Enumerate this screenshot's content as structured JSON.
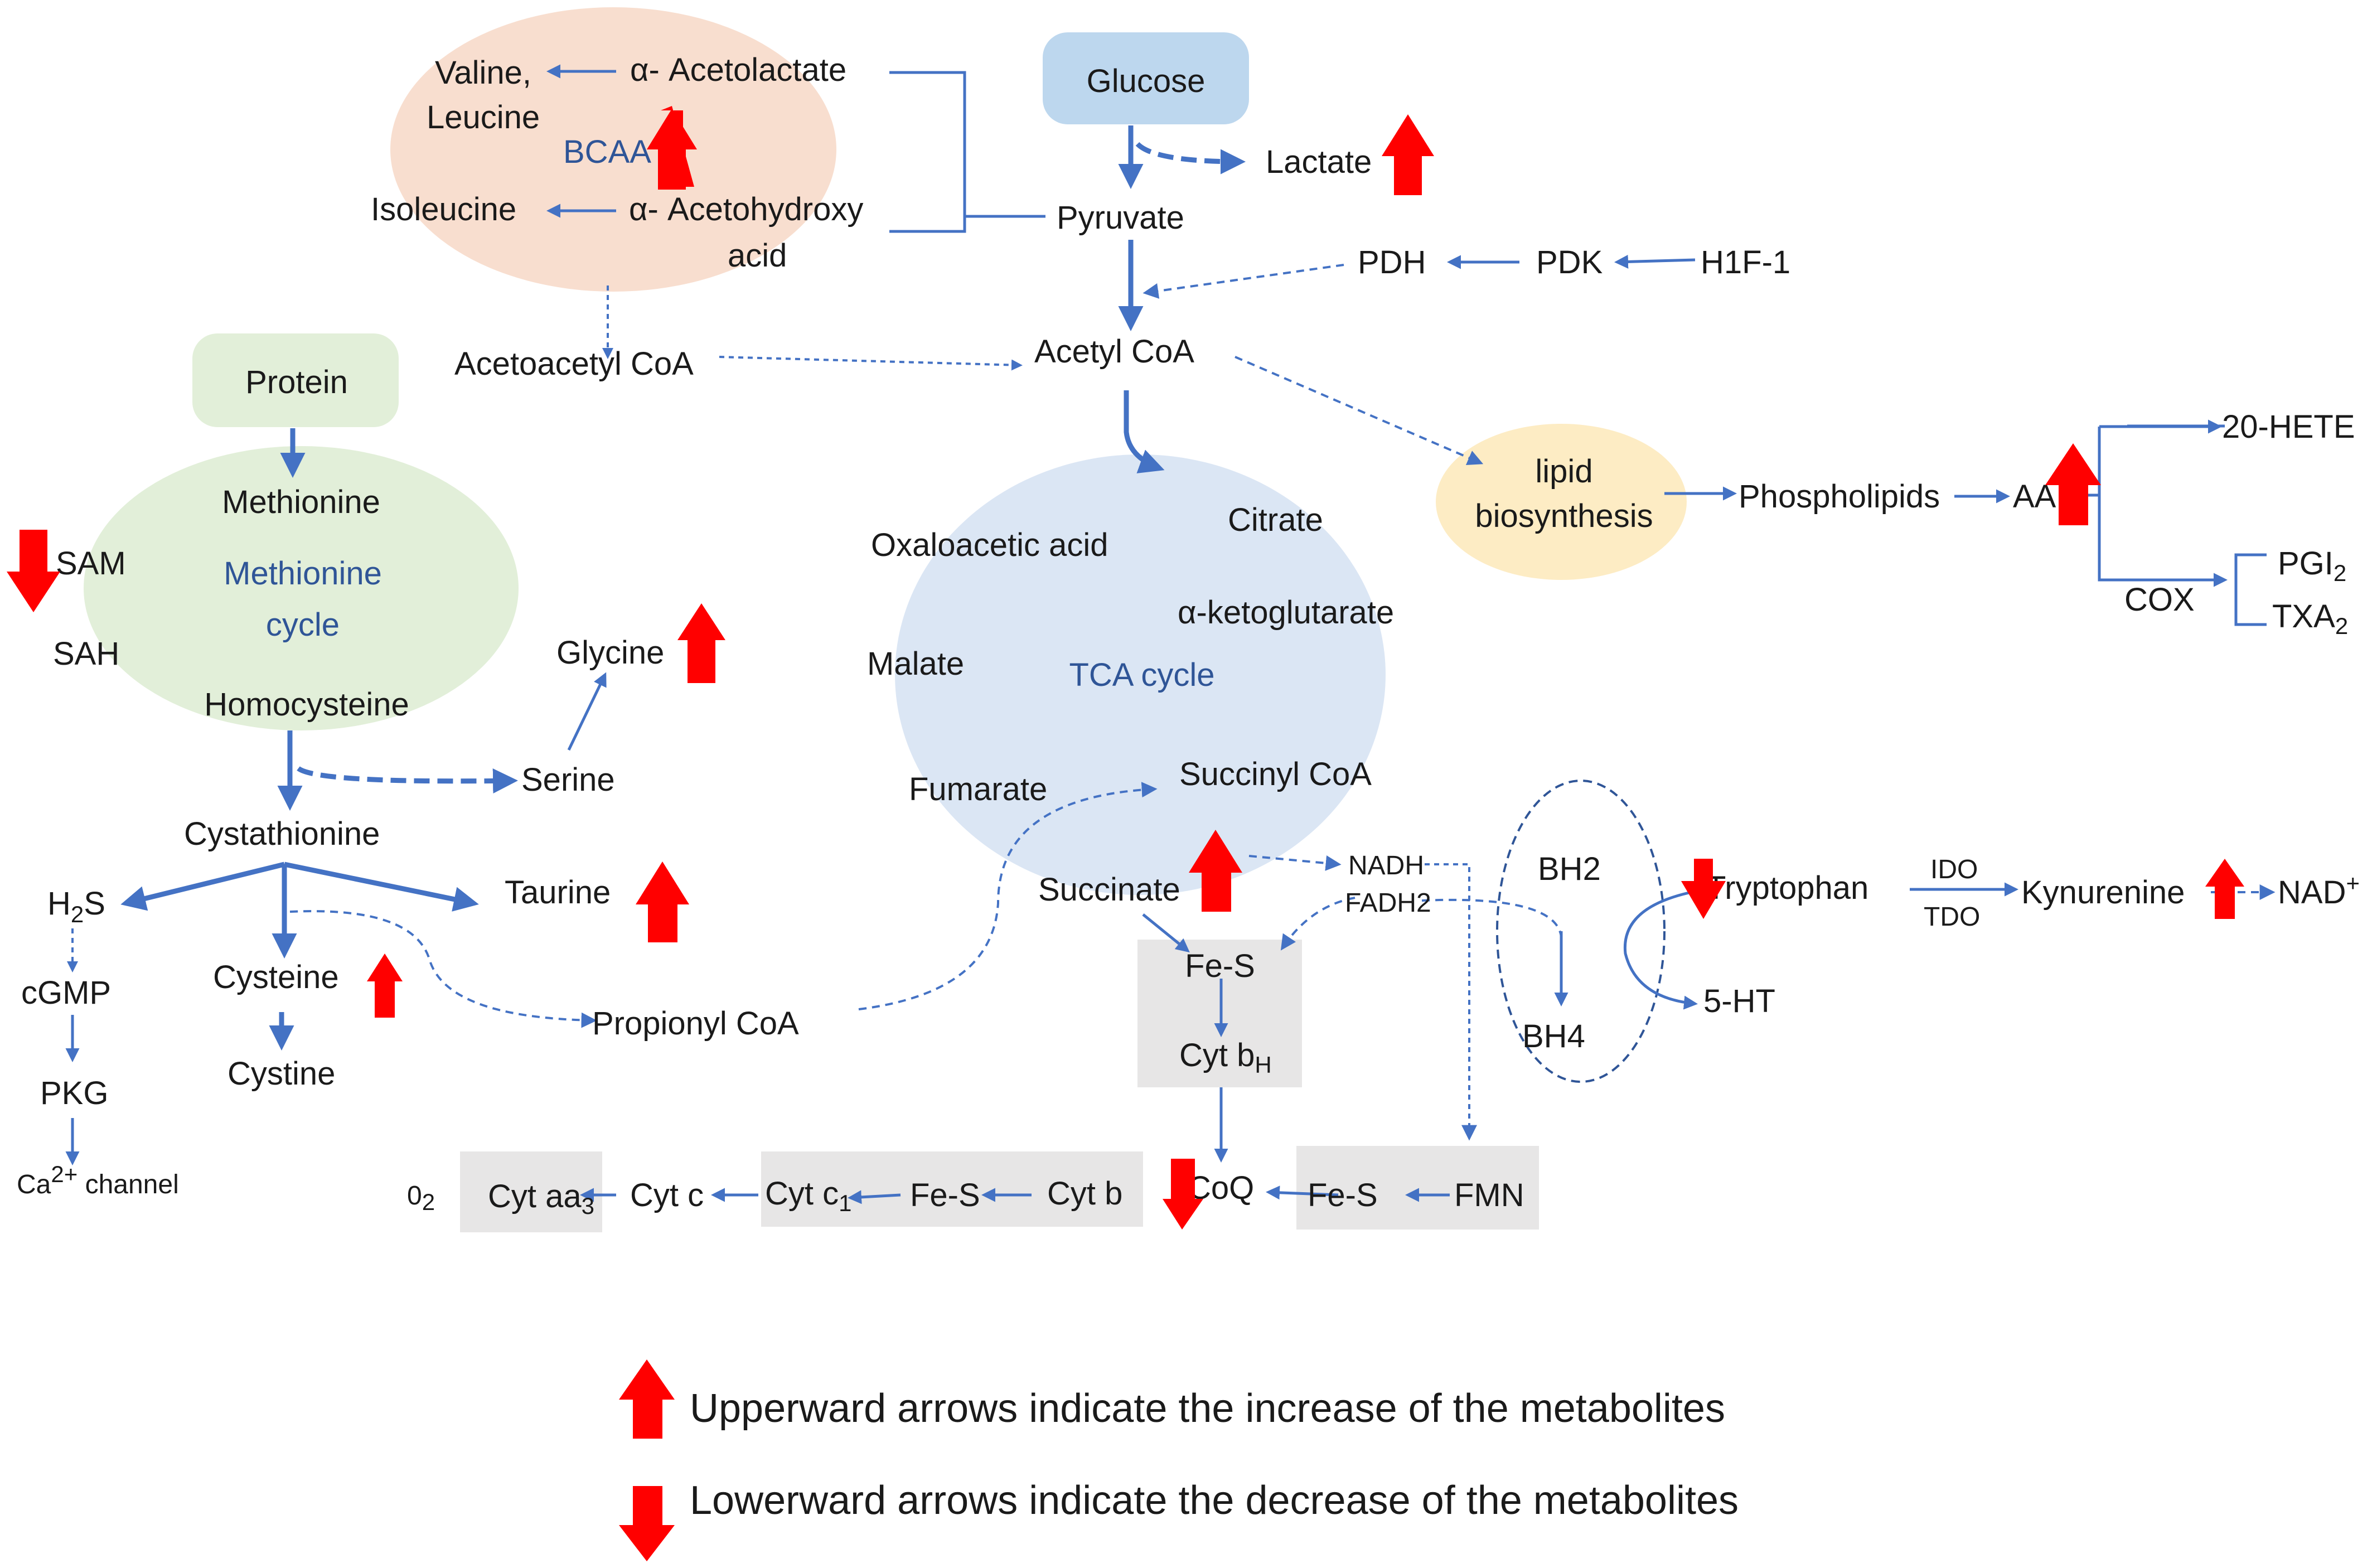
{
  "colors": {
    "line": "#4472c4",
    "up_arrow": "#ff0000",
    "down_arrow": "#ff0000",
    "label": "#1a1a1a",
    "cycle_label": "#2f5597"
  },
  "bcaa": {
    "valine": "Valine,",
    "leucine": "Leucine",
    "isoleucine": "Isoleucine",
    "acetolactate": "α- Acetolactate",
    "acetohydroxy": "α- Acetohydroxy",
    "acid": "acid",
    "title": "BCAA",
    "acetoacetyl_coa": "Acetoacetyl CoA"
  },
  "glycolysis": {
    "glucose": "Glucose",
    "lactate": "Lactate",
    "pyruvate": "Pyruvate",
    "pdh": "PDH",
    "pdk": "PDK",
    "hif": "H1F-1",
    "acetyl_coa": "Acetyl CoA"
  },
  "lipid": {
    "biosynthesis_1": "lipid",
    "biosynthesis_2": "biosynthesis",
    "phospholipids": "Phospholipids",
    "aa": "AA",
    "hete": "20-HETE",
    "cox": "COX",
    "pgi": "PGI",
    "pgi_sub": "2",
    "txa": "TXA",
    "txa_sub": "2"
  },
  "methionine": {
    "protein": "Protein",
    "methionine": "Methionine",
    "cycle_1": "Methionine",
    "cycle_2": "cycle",
    "sam": "SAM",
    "sah": "SAH",
    "homocysteine": "Homocysteine",
    "serine": "Serine",
    "glycine": "Glycine",
    "cystathionine": "Cystathionine",
    "h2s": "H",
    "h2s_sub": "2",
    "h2s_end": "S",
    "taurine": "Taurine",
    "cysteine": "Cysteine",
    "cystine": "Cystine",
    "cgmp": "cGMP",
    "pkg": "PKG",
    "ca": "Ca",
    "ca_sup": "2+",
    "ca_end": " channel",
    "propionyl_coa": "Propionyl CoA"
  },
  "tca": {
    "title": "TCA cycle",
    "citrate": "Citrate",
    "oxaloacetic": "Oxaloacetic acid",
    "ketoglutarate": "α-ketoglutarate",
    "malate": "Malate",
    "fumarate": "Fumarate",
    "succinyl_coa": "Succinyl CoA",
    "succinate": "Succinate",
    "nadh": "NADH",
    "fadh2": "FADH2"
  },
  "etc": {
    "fes_1": "Fe-S",
    "cytbh": "Cyt b",
    "cytbh_sub": "H",
    "coq": "CoQ",
    "fes_2": "Fe-S",
    "fmn": "FMN",
    "cytb": "Cyt b",
    "fes_3": "Fe-S",
    "cytc1": "Cyt c",
    "cytc1_sub": "1",
    "cytc": "Cyt c",
    "cytaa3": "Cyt aa",
    "cytaa3_sub": "3",
    "o2": "0",
    "o2_sub": "2"
  },
  "tryptophan": {
    "bh2": "BH2",
    "bh4": "BH4",
    "tryptophan": "Tryptophan",
    "ido": "IDO",
    "tdo": "TDO",
    "kynurenine": "Kynurenine",
    "nad": "NAD",
    "nad_sup": "+",
    "ht": "5-HT"
  },
  "legend": {
    "up": "Upperward arrows indicate the increase of the metabolites",
    "down": "Lowerward arrows indicate the decrease of the metabolites"
  }
}
